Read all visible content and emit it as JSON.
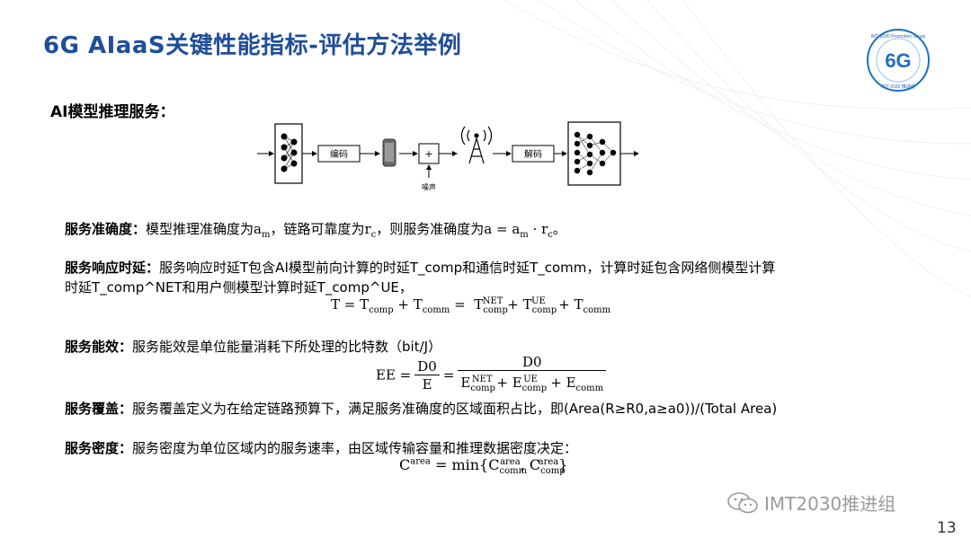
{
  "title": "6G AIaaS关键性能指标-评估方法举例",
  "section_heading": "AI模型推理服务：",
  "diagram": {
    "encode_label": "编码",
    "noise_label": "噪声",
    "decode_label": "解码",
    "plus_symbol": "+"
  },
  "accuracy": {
    "label": "服务准确度：",
    "text1": "模型推理准确度为",
    "text2": "，链路可靠度为",
    "text3": "，则服务准确度为",
    "end": "。"
  },
  "latency": {
    "label": "服务响应时延：",
    "line1": "服务响应时延T包含AI模型前向计算的时延T_comp和通信时延T_comm，计算时延包含网络侧模型计算",
    "line2": "时延T_comp^NET和用户侧模型计算时延T_comp^UE，"
  },
  "efficiency": {
    "label": "服务能效：",
    "text": "服务能效是单位能量消耗下所处理的比特数（bit/J）"
  },
  "coverage": {
    "label": "服务覆盖：",
    "text": "服务覆盖定义为在给定链路预算下，满足服务准确度的区域面积占比，即(Area(R≥R0,a≥a0))/(Total Area)"
  },
  "density": {
    "label": "服务密度：",
    "text": "服务密度为单位区域内的服务速率，由区域传输容量和推理数据密度决定："
  },
  "watermark": "IMT2030推进组",
  "page_number": "13",
  "logo": {
    "text": "6G",
    "ring_top": "IMT-2030 Promotion Group",
    "ring_bottom": "IMT-2030 推进组"
  },
  "colors": {
    "title": "#1f4e9a",
    "logo_blue": "#1f6fc0",
    "watermark": "#9a9a9a"
  }
}
